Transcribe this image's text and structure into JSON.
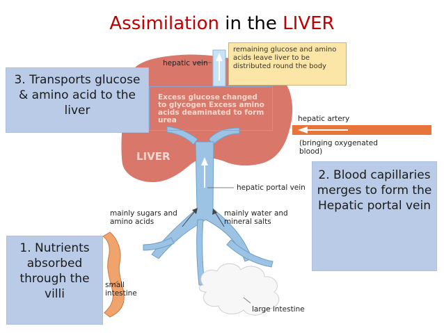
{
  "title": {
    "part1": "Assimilation",
    "part2": "in the",
    "part3": "LIVER"
  },
  "callouts": {
    "step3": "3. Transports glucose & amino acid to the liver",
    "step2": "2. Blood capillaries merges to form the Hepatic portal vein",
    "step1": "1. Nutrients absorbed through the villi"
  },
  "labels": {
    "hepatic_vein": "hepatic vein",
    "remaining": "remaining glucose and amino acids leave liver to be distributed round the body",
    "excess": "Excess glucose changed to glycogen Excess amino acids deaminated to form urea",
    "hepatic_artery": "hepatic artery",
    "oxygenated": "(bringing oxygenated blood)",
    "liver": "LIVER",
    "hepatic_portal_vein": "hepatic portal vein",
    "sugars": "mainly sugars and amino acids",
    "water": "mainly water and mineral salts",
    "small_intestine": "small intestine",
    "large_intestine": "large intestine"
  },
  "colors": {
    "title_red": "#c00000",
    "callout_blue": "#b9cbe6",
    "liver": "#d9786a",
    "vein": "#9cc3e3",
    "artery": "#e8743b",
    "note_yellow": "#fbe6a8"
  }
}
